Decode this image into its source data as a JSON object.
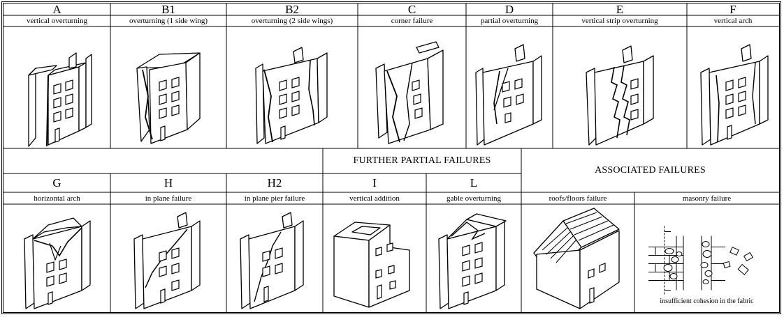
{
  "row1": [
    {
      "code": "A",
      "desc": "vertical overturning",
      "icon": "vertical-overturning-icon"
    },
    {
      "code": "B1",
      "desc": "overturning (1 side wing)",
      "icon": "overturning-one-wing-icon"
    },
    {
      "code": "B2",
      "desc": "overturning (2 side wings)",
      "icon": "overturning-two-wings-icon"
    },
    {
      "code": "C",
      "desc": "corner failure",
      "icon": "corner-failure-icon"
    },
    {
      "code": "D",
      "desc": "partial overturning",
      "icon": "partial-overturning-icon"
    },
    {
      "code": "E",
      "desc": "vertical strip overturning",
      "icon": "vertical-strip-overturning-icon"
    },
    {
      "code": "F",
      "desc": "vertical arch",
      "icon": "vertical-arch-icon"
    }
  ],
  "headers": {
    "further": "FURTHER PARTIAL FAILURES",
    "associated": "ASSOCIATED FAILURES"
  },
  "row2": [
    {
      "code": "G",
      "desc": "horizontal arch",
      "icon": "horizontal-arch-icon"
    },
    {
      "code": "H",
      "desc": "in plane failure",
      "icon": "in-plane-failure-icon"
    },
    {
      "code": "H2",
      "desc": "in plane pier failure",
      "icon": "in-plane-pier-failure-icon"
    },
    {
      "code": "I",
      "desc": "vertical addition",
      "icon": "vertical-addition-icon"
    },
    {
      "code": "L",
      "desc": "gable overturning",
      "icon": "gable-overturning-icon"
    }
  ],
  "associated": [
    {
      "desc": "roofs/floors failure",
      "icon": "roof-floor-failure-icon"
    },
    {
      "desc": "masonry failure",
      "icon": "masonry-failure-icon",
      "caption": "insufficient cohesion in the fabric"
    }
  ]
}
